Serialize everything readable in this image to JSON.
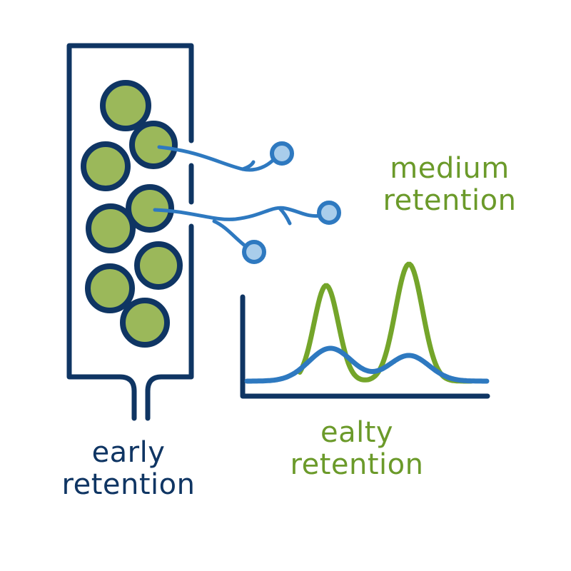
{
  "colors": {
    "navy": "#0f3563",
    "bead_fill": "#9bb85a",
    "green_text": "#6b9a2a",
    "green_curve": "#74a52a",
    "blue": "#2e79c0",
    "light_blue": "#a9cdeb",
    "background": "#ffffff"
  },
  "labels": {
    "early": [
      "early",
      "retention"
    ],
    "medium": [
      "medium",
      "retention"
    ],
    "ealty": [
      "ealty",
      "retention"
    ]
  },
  "column": {
    "bead_count": 8,
    "exiting_molecules": 3
  },
  "chromatogram": {
    "series": [
      {
        "name": "green-trace",
        "color_key": "green_curve",
        "peaks": 2
      },
      {
        "name": "blue-trace",
        "color_key": "blue",
        "peaks": 2
      }
    ]
  }
}
